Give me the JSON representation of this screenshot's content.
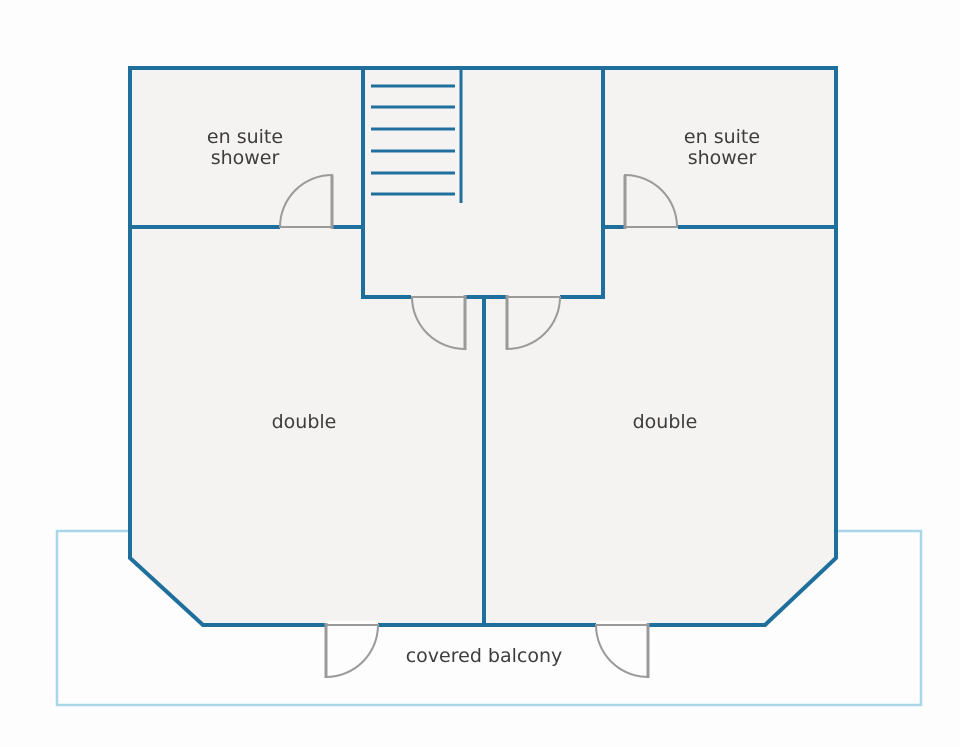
{
  "colors": {
    "wall": "#1f6f9c",
    "balcony_outline": "#a9d6e8",
    "floor": "#f4f3f2",
    "background": "#fdfdfd",
    "door": "#9a9a9a",
    "label": "#3d3d3d"
  },
  "rooms": {
    "ensuite_left": {
      "line1": "en suite",
      "line2": "shower"
    },
    "ensuite_right": {
      "line1": "en suite",
      "line2": "shower"
    },
    "bedroom_left": {
      "label": "double"
    },
    "bedroom_right": {
      "label": "double"
    },
    "balcony": {
      "label": "covered balcony"
    }
  }
}
